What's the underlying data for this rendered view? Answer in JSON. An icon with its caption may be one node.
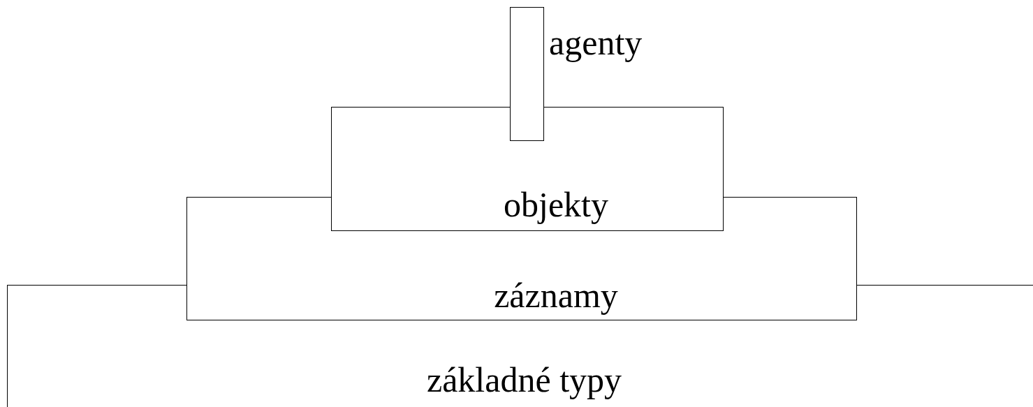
{
  "diagram": {
    "nodes": [
      {
        "text": [
          "agenty"
        ]
      },
      {
        "text": [
          "objekty"
        ]
      },
      {
        "text": [
          "záznamy"
        ]
      },
      {
        "text": [
          "základné typy"
        ]
      }
    ]
  }
}
